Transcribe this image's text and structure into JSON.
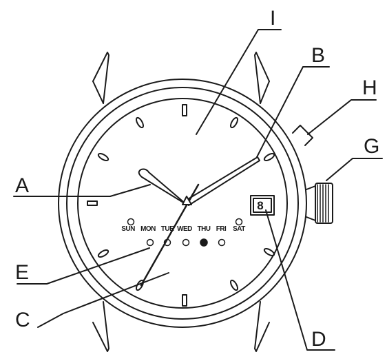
{
  "callouts": {
    "A": "A",
    "B": "B",
    "C": "C",
    "D": "D",
    "E": "E",
    "G": "G",
    "H": "H",
    "I": "I"
  },
  "day_indicator": {
    "days": [
      "SUN",
      "MON",
      "TUE",
      "WED",
      "THU",
      "FRI",
      "SAT"
    ],
    "active_day": "THU"
  },
  "date_window": {
    "value": "8"
  }
}
